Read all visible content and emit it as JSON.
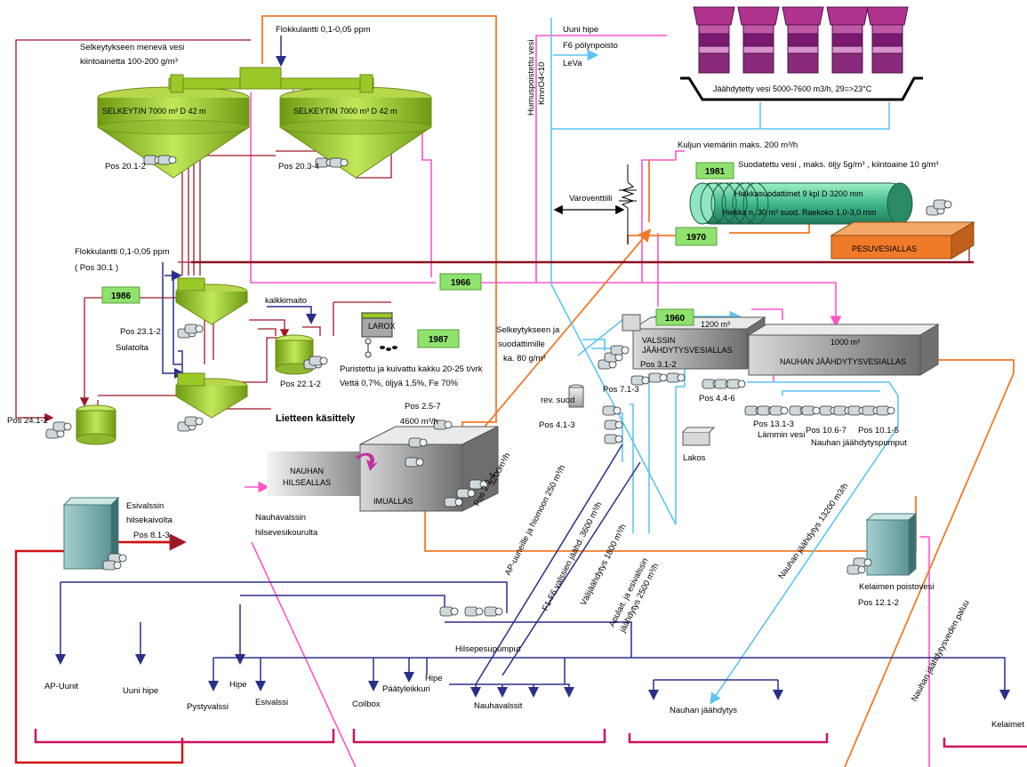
{
  "colors": {
    "pink": "#ff55c8",
    "dark_red": "#a01828",
    "orange": "#f07a28",
    "light_blue": "#5ec4f4",
    "navy": "#2a2f8a",
    "green_tank": "#9bc928",
    "badge_green": "#8fe26e",
    "red": "#d01010",
    "purple_stack": "#8a2a7a"
  },
  "labels": {
    "flokkulantti_top": "Flokkulantti 0,1-0,05 ppm",
    "selkeytykseen_1": "Selkeytykseen menevä vesi",
    "selkeytykseen_2": "kiintoainetta 100-200 g/m³",
    "selkeytin_1": "SELKEYTIN 7000 m³ D 42 m",
    "selkeytin_2": "SELKEYTIN 7000 m³ D 42 m",
    "pos_20_1": "Pos 20.1-2",
    "pos_20_3": "Pos 20.3-4",
    "flokkulantti_mid": "Flokkulantti 0,1-0,05 ppm",
    "pos_30_1": "( Pos 30.1 )",
    "kalkkimaito": "kalkkimaito",
    "pos_23": "Pos 23.1-2",
    "sulatolta": "Sulatolta",
    "larox": "LAROX",
    "pos_22": "Pos 22.1-2",
    "puristettu": "Puristettu ja kuivattu kakku 20-25 t/vrk",
    "vetta": "Vettä 0,7%, öljyä 1,5%, Fe 70%",
    "pos_24": "Pos 24.1-2",
    "lietteen": "Lietteen käsittely",
    "pos_2_5": "Pos 2.5-7",
    "flow_4600": "4600 m³/h",
    "nauhan_hilse_1": "NAUHAN",
    "nauhan_hilse_2": "HILSEALLAS",
    "imuallas": "IMUALLAS",
    "pos_2_2": "Pos 2.2-4",
    "flow_3200": "3200m³/h",
    "selk_suod_1": "Selkeytykseen ja",
    "selk_suod_2": "suodattimille",
    "selk_suod_3": "ka. 80 g/m³",
    "humus_1": "Humuspoistettu vesi",
    "humus_2": "KmnO4<10",
    "uuni_hipe_top": "Uuni hipe",
    "f6_polynpoisto": "F6 pölynpoisto",
    "leva": "LeVa",
    "jaahdytetty": "Jäähdytetty vesi 5000-7600 m3/h, 29=>23°C",
    "kuljun": "Kuljun viemäriin maks. 200 m³/h",
    "suodatettu": "Suodatettu vesi , maks. öljy 5g/m³ , kiintoaine 10 g/m³",
    "hiekka_1": "Hiekkasuodattimet 9 kpl D 3200 mm",
    "hiekka_2": "Hiekka n. 30 m³ suod. Raekoko 1,0-3,0 mm",
    "varoventtiili": "Varoventtiili",
    "pesuvesiallas": "PESUVESIALLAS",
    "m3_1200": "1200 m³",
    "valssin_1": "VALSSIN",
    "valssin_2": "JÄÄHDYTYSVESIALLAS",
    "m3_1000": "1000 m³",
    "nauhan_jaahd_allas": "NAUHAN JÄÄHDYTYSVESIALLAS",
    "pos_3_1": "Pos 3.1-2",
    "pos_7_1": "Pos 7.1-3",
    "rev_suod": "rev. suod",
    "pos_4_4": "Pos 4.4-6",
    "pos_4_1": "Pos 4.1-3",
    "pos_13": "Pos 13.1-3",
    "lammin_vesi": "Lämmin vesi",
    "pos_10_6": "Pos 10.6-7",
    "pos_10_1": "Pos 10.1-5",
    "nauhan_pumput": "Nauhan jäähdytyspumput",
    "lakos": "Lakos",
    "esivalssin_1": "Esivalssin",
    "esivalssin_2": "hilsekaivolta",
    "pos_8_1": "Pos 8.1-3",
    "nauhavalssin_1": "Nauhavalssin",
    "nauhavalssin_2": "hilsevesikourulta",
    "ap_uunit_flow": "AP-uuneille ja hiomoon 250 m³/h",
    "f1f6_flow": "F1-F6 valssien jäähd. 3600 m³/h",
    "valijaahdytys_flow": "Välijäähdytys 1800 m³/h",
    "apulait_flow_1": "Apulait. ja esivalssin",
    "apulait_flow_2": "jäähdytys 2500 m³/h",
    "nauhan_13200": "Nauhan jäähdytys 13200 m3/h",
    "kelaimen_poisto": "Kelaimen poistovesi",
    "pos_12": "Pos 12.1-2",
    "paluu": "Nauhan jäähdytysveden paluu",
    "hilsepesupumput": "Hilsepesupumput",
    "ap_uunit": "AP-Uunit",
    "uuni_hipe": "Uuni hipe",
    "pystyvalssi": "Pystyvalssi",
    "hipe_1": "Hipe",
    "esivalssi": "Esivalssi",
    "coilbox": "Coilbox",
    "paatyleikkuri": "Päätyleikkuri",
    "hipe_2": "Hipe",
    "nauhavalssit": "Nauhavalssit",
    "nauhan_jaahdytys": "Nauhan jäähdytys",
    "kelaimet": "Kelaimet"
  },
  "years": {
    "y1986": "1986",
    "y1966": "1966",
    "y1987": "1987",
    "y1960": "1960",
    "y1981": "1981",
    "y1970": "1970"
  }
}
